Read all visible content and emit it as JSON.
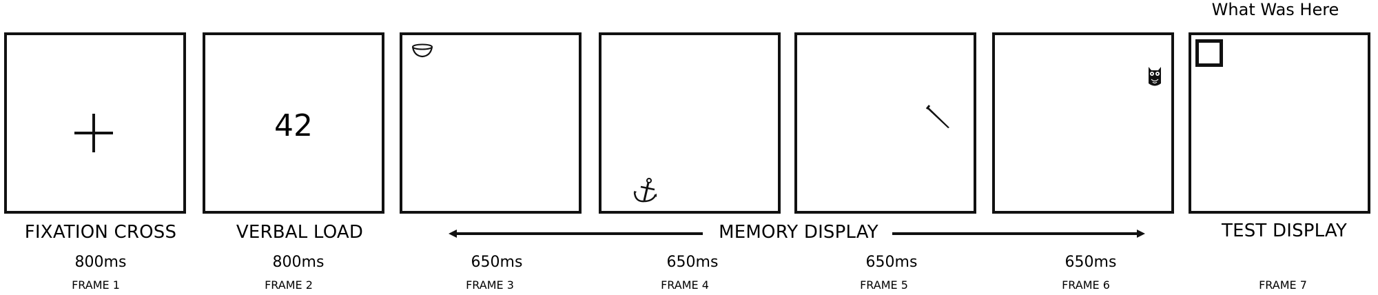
{
  "frames": [
    {
      "stage": "FIXATION CROSS",
      "timing": "800ms",
      "frame": "FRAME 1",
      "content": "cross"
    },
    {
      "stage": "VERBAL LOAD",
      "timing": "800ms",
      "frame": "FRAME 2",
      "content": "42"
    },
    {
      "timing": "650ms",
      "frame": "FRAME 3",
      "icon": "bowl-icon"
    },
    {
      "timing": "650ms",
      "frame": "FRAME 4",
      "icon": "anchor-icon"
    },
    {
      "timing": "650ms",
      "frame": "FRAME 5",
      "icon": "nail-icon"
    },
    {
      "timing": "650ms",
      "frame": "FRAME 6",
      "icon": "owl-icon"
    },
    {
      "stage": "TEST DISPLAY",
      "timing": "",
      "frame": "FRAME 7",
      "icon": "square-probe-icon"
    }
  ],
  "memory_display": {
    "label": "MEMORY DISPLAY"
  },
  "test_prompt": "What Was Here"
}
